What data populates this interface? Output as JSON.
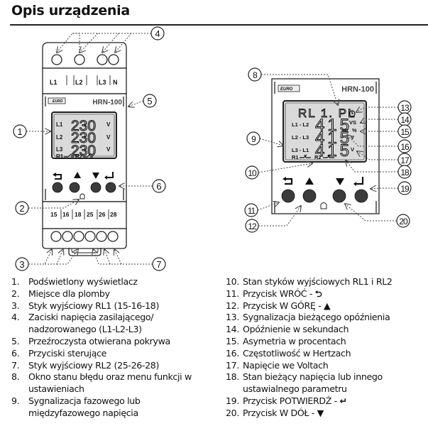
{
  "page": {
    "title": "Opis urządzenia"
  },
  "device_left": {
    "brand": "EURO",
    "model": "HRN-100",
    "top_terminals": [
      "L1",
      "L2",
      "L3",
      "N"
    ],
    "display_rows": [
      {
        "label": "L1",
        "value": "230",
        "unit": "V"
      },
      {
        "label": "L2",
        "value": "230",
        "unit": "V"
      },
      {
        "label": "L3",
        "value": "230",
        "unit": "V"
      }
    ],
    "relay_labels": [
      "R1",
      "R2"
    ],
    "buttons": [
      "back",
      "up",
      "down",
      "enter"
    ],
    "bottom_terminals": [
      "15",
      "16",
      "18",
      "25",
      "26",
      "28"
    ],
    "callouts": [
      "1",
      "2",
      "3",
      "4",
      "5",
      "6",
      "7"
    ]
  },
  "device_right": {
    "brand": "EURO",
    "model": "HRN-100",
    "menu_text": "RL 1. PL",
    "display_rows": [
      {
        "label": "L1 - L2",
        "value": "415"
      },
      {
        "label": "L2 - L3",
        "value": "415"
      },
      {
        "label": "L3 - L1",
        "value": "415"
      }
    ],
    "units": {
      "seconds": "VS",
      "percent": "%",
      "hertz": "Hz",
      "volt_hz": "V",
      "volt": "V"
    },
    "relay_labels": [
      "R1",
      "R2"
    ],
    "callouts": [
      "8",
      "9",
      "10",
      "11",
      "12",
      "13",
      "14",
      "15",
      "16",
      "17",
      "18",
      "19",
      "20"
    ]
  },
  "icons": {
    "back": "back-arrow-icon",
    "up": "triangle-up-icon",
    "down": "triangle-down-icon",
    "enter": "enter-arrow-icon",
    "clock": "clock-icon",
    "seal": "seal-icon"
  },
  "legend": {
    "left": [
      {
        "num": "1.",
        "text": "Podświetlony wyświetlacz"
      },
      {
        "num": "2.",
        "text": "Miejsce dla plomby"
      },
      {
        "num": "3.",
        "text": "Styk wyjściowy RL1 (15-16-18)"
      },
      {
        "num": "4.",
        "text": "Zaciski napięcia zasilającego/ nadzorowanego (L1-L2-L3)"
      },
      {
        "num": "5.",
        "text": "Przeźroczysta otwierana pokrywa"
      },
      {
        "num": "6.",
        "text": "Przyciski sterujące"
      },
      {
        "num": "7.",
        "text": "Styk wyjściowy RL2 (25-26-28)"
      },
      {
        "num": "8.",
        "text": "Okno stanu błędu oraz menu funkcji w ustawieniach"
      },
      {
        "num": "9.",
        "text": "Sygnalizacja fazowego lub międzyfazowego napięcia"
      }
    ],
    "right": [
      {
        "num": "10.",
        "text": "Stan styków wyjściowych RL1 i RL2",
        "sym": ""
      },
      {
        "num": "11.",
        "text": "Przycisk WRÓĆ - ",
        "sym": "⮌"
      },
      {
        "num": "12.",
        "text": "Przycisk W GÓRĘ - ",
        "sym": "▲"
      },
      {
        "num": "13.",
        "text": "Sygnalizacja bieżącego opóźnienia",
        "sym": ""
      },
      {
        "num": "14.",
        "text": "Opóźnienie w sekundach",
        "sym": ""
      },
      {
        "num": "15.",
        "text": "Asymetria w procentach",
        "sym": ""
      },
      {
        "num": "16.",
        "text": "Częstotliwość w Hertzach",
        "sym": ""
      },
      {
        "num": "17.",
        "text": "Napięcie we Voltach",
        "sym": ""
      },
      {
        "num": "18.",
        "text": "Stan bieżący napięcia lub innego ustawialnego parametru",
        "sym": ""
      },
      {
        "num": "19.",
        "text": "Przycisk POTWIERDŹ - ",
        "sym": "↵"
      },
      {
        "num": "20.",
        "text": "Przycisk W DÓŁ - ",
        "sym": "▼"
      }
    ]
  },
  "colors": {
    "lcd": "#d9d9d9",
    "button": "#3a3a3a",
    "line": "#222222"
  }
}
